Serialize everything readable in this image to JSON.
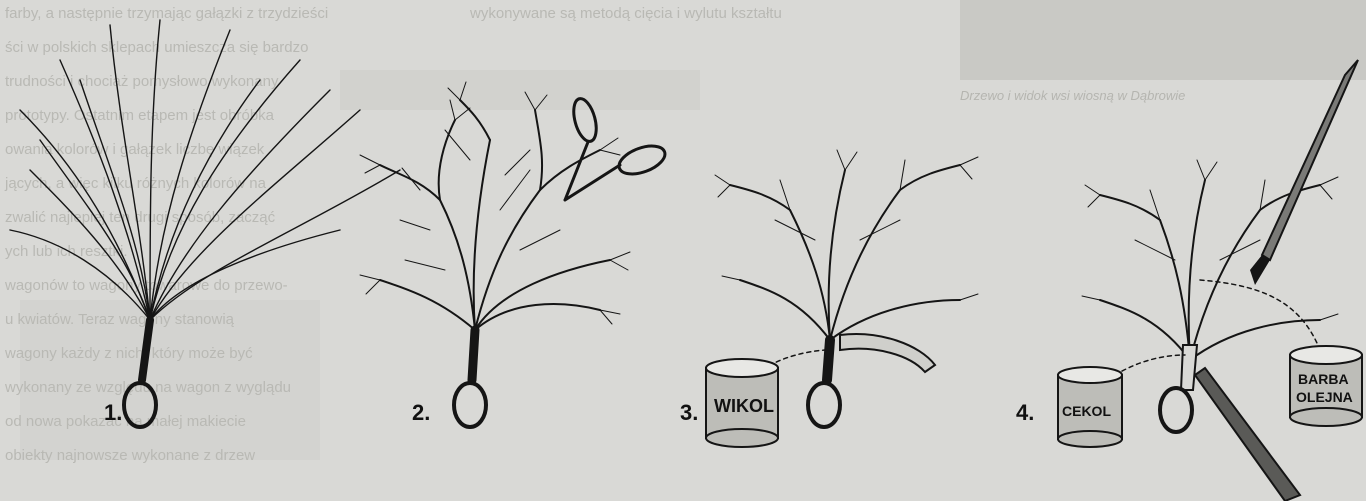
{
  "background": {
    "faded_text_lines": [
      "farby, a następnie trzymając gałązki z trzydzieści",
      "ści w polskich sklepach umieszcza się bardzo",
      "trudności i chociaż pomysłowo wykonany",
      "prototypy. Ostatnim etapem jest obróbka",
      "owania kolorów i gałązek liczbę wiązek",
      "jących, a więc kilku różnych kolorów na",
      "zwalić najlepiej ten drugi sposób, zacząć",
      "ych lub ich resztki.",
      "wagonów to wagony towarowe do przewo-",
      "u kwiatów. Teraz wagony stanowią",
      "wagony każdy z nich, który może być",
      "wykonany ze względu na wagon z wyglądu",
      "od nowa pokazać na małej makiecie",
      "obiekty najnowsze wykonane z drzew"
    ],
    "top_middle_text": "wykonywane są metodą cięcia i wylutu kształtu",
    "caption": "Drzewo i widok wsi wiosną w Dąbrowie"
  },
  "steps": [
    {
      "number": "1.",
      "can_label": ""
    },
    {
      "number": "2.",
      "can_label": ""
    },
    {
      "number": "3.",
      "can_label": "WIKOL"
    },
    {
      "number": "4.",
      "can_label": "CEKOL",
      "can2_label_line1": "BARBA",
      "can2_label_line2": "OLEJNA"
    }
  ],
  "colors": {
    "ink": "#151515",
    "paper": "#d9d9d6",
    "faded": "#b9b9b4"
  }
}
